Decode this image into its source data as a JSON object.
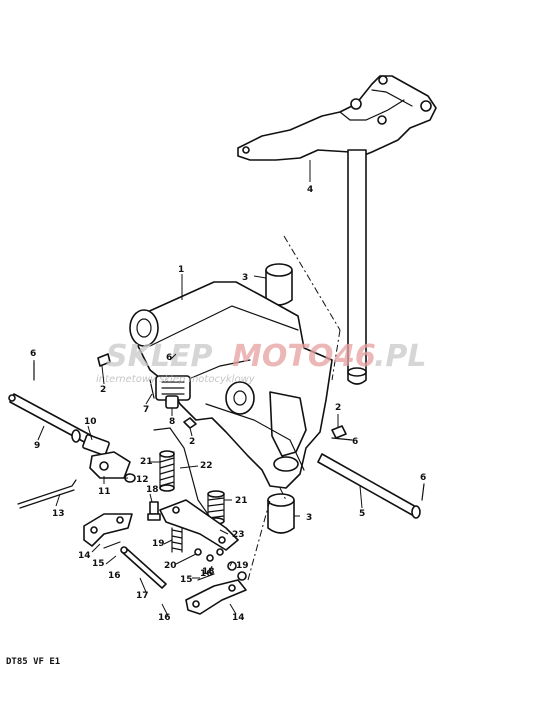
{
  "diagram": {
    "footer_code": "DT85 VF E1",
    "watermark": {
      "part1": "SKLEP",
      "part2": "MOTO",
      "part3": "46",
      "part4": ".PL",
      "tagline": "internetowy sklep motocyklowy",
      "accent_color": "#e6a0a0",
      "gray_color": "#c9c9c9"
    },
    "callouts": {
      "n1": "1",
      "n2a": "2",
      "n2b": "2",
      "n2c": "2",
      "n3a": "3",
      "n3b": "3",
      "n4": "4",
      "n5": "5",
      "n6a": "6",
      "n6b": "6",
      "n6c": "6",
      "n7": "7",
      "n8": "8",
      "n9": "9",
      "n10": "10",
      "n11": "11",
      "n12": "12",
      "n13": "13",
      "n14a": "14",
      "n14b": "14",
      "n15a": "15",
      "n15b": "15",
      "n16a": "16",
      "n16b": "16",
      "n16c": "16",
      "n17": "17",
      "n18a": "18",
      "n18b": "18",
      "n19a": "19",
      "n19b": "19",
      "n20": "20",
      "n21a": "21",
      "n21b": "21",
      "n22": "22",
      "n23": "23"
    }
  }
}
